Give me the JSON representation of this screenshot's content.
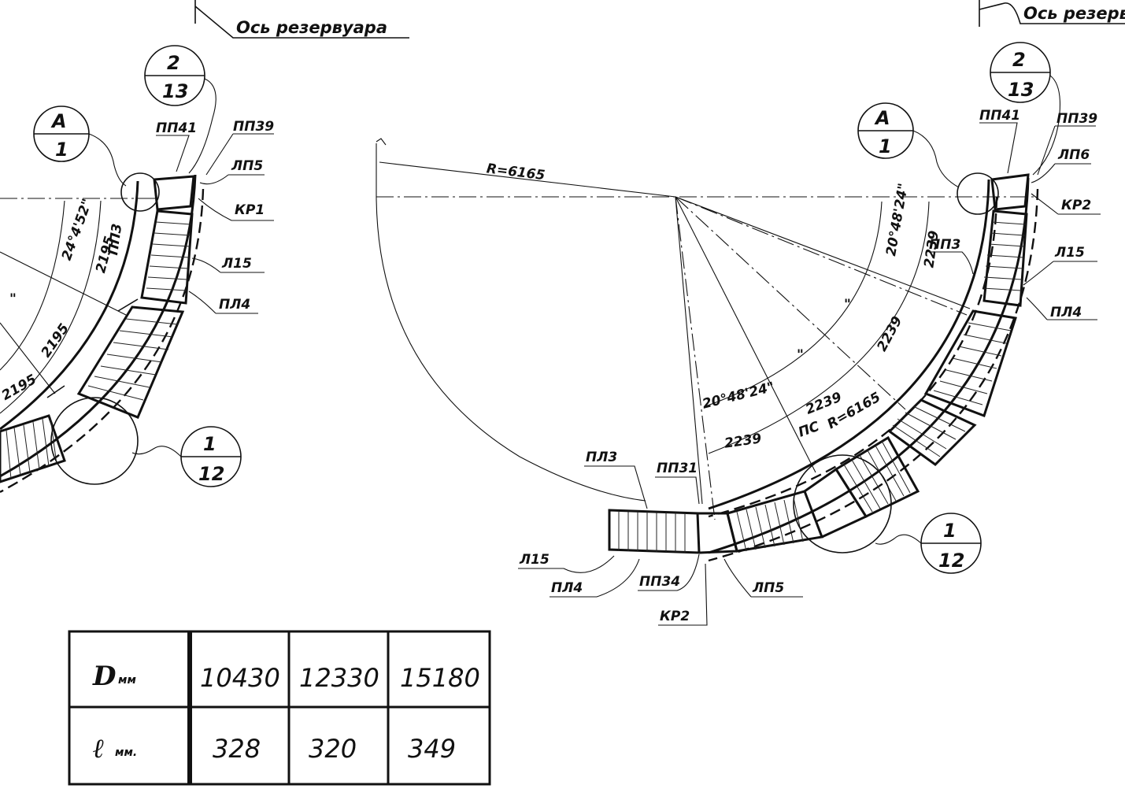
{
  "left": {
    "axis_label": "Ось резервуара",
    "circle_top": {
      "num": "2",
      "den": "13"
    },
    "circle_a": {
      "num": "А",
      "den": "1"
    },
    "circle_bottom": {
      "num": "1",
      "den": "12"
    },
    "labels": {
      "pp41": "ПП41",
      "pp39": "ПП39",
      "lp5": "ЛП5",
      "kr1": "КР1",
      "l15": "Л15",
      "pl4": "ПЛ4",
      "pp3": "ПП3"
    },
    "dims": {
      "angle": "24°4'52\"",
      "d2195a": "2195",
      "d2195b": "2195",
      "d2195c": "2195",
      "ditto": "\""
    }
  },
  "right": {
    "axis_label": "Ось резерв",
    "circle_top": {
      "num": "2",
      "den": "13"
    },
    "circle_a": {
      "num": "А",
      "den": "1"
    },
    "circle_bottom": {
      "num": "1",
      "den": "12"
    },
    "labels": {
      "pp41": "ПП41",
      "pp39": "ПП39",
      "lp6": "ЛП6",
      "kr2": "КР2",
      "l15": "Л15",
      "pl4": "ПЛ4",
      "pp3": "ПП3"
    },
    "dims": {
      "angle": "20°48'24\"",
      "angle2": "20°48'24\"",
      "d2239a": "2239",
      "d2239b": "2239",
      "d2239c": "2239",
      "d2239d": "2239",
      "ditto1": "\"",
      "ditto2": "\"",
      "pc": "ПС",
      "r_inner": "R=6165"
    }
  },
  "center": {
    "radius": "R=6165",
    "labels": {
      "pl3": "ПЛ3",
      "pp31": "ПП31",
      "l15": "Л15",
      "pl4": "ПЛ4",
      "pp34": "ПП34",
      "lp5": "ЛП5",
      "kr2": "КР2"
    }
  },
  "table": {
    "row1": {
      "label": "D",
      "unit": "мм",
      "v1": "10430",
      "v2": "12330",
      "v3": "15180"
    },
    "row2": {
      "label": "ℓ",
      "unit": "мм.",
      "v1": "328",
      "v2": "320",
      "v3": "349"
    }
  }
}
